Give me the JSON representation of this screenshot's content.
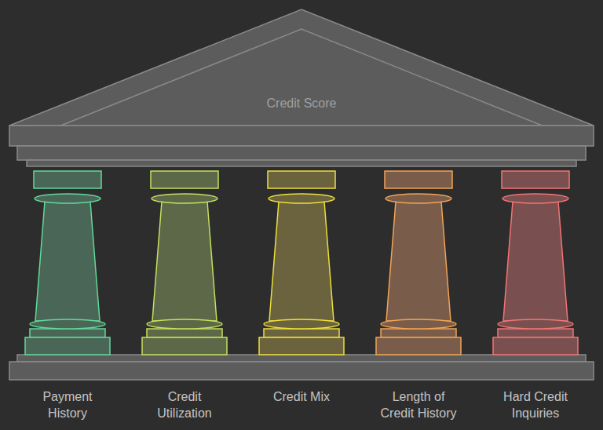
{
  "diagram": {
    "nodes": [
      {
        "text": [
          "Credit Score"
        ]
      },
      {
        "text": [
          "Payment History"
        ]
      },
      {
        "text": [
          "Credit Utilization"
        ]
      },
      {
        "text": [
          "Credit Mix"
        ]
      },
      {
        "text": [
          "Length of Credit History"
        ]
      },
      {
        "text": [
          "Hard Credit Inquiries"
        ]
      }
    ]
  }
}
